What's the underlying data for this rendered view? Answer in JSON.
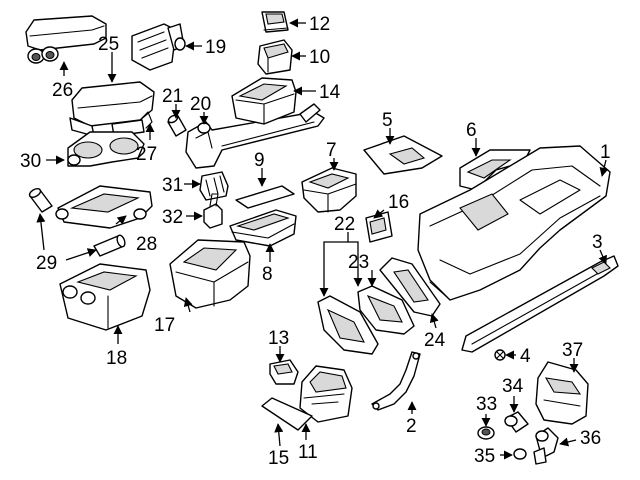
{
  "diagram": {
    "callouts": [
      {
        "id": "1",
        "text": "1"
      },
      {
        "id": "2",
        "text": "2"
      },
      {
        "id": "3",
        "text": "3"
      },
      {
        "id": "4",
        "text": "4"
      },
      {
        "id": "5",
        "text": "5"
      },
      {
        "id": "6",
        "text": "6"
      },
      {
        "id": "7",
        "text": "7"
      },
      {
        "id": "8",
        "text": "8"
      },
      {
        "id": "9",
        "text": "9"
      },
      {
        "id": "10",
        "text": "10"
      },
      {
        "id": "11",
        "text": "11"
      },
      {
        "id": "12",
        "text": "12"
      },
      {
        "id": "13",
        "text": "13"
      },
      {
        "id": "14",
        "text": "14"
      },
      {
        "id": "15",
        "text": "15"
      },
      {
        "id": "16",
        "text": "16"
      },
      {
        "id": "17",
        "text": "17"
      },
      {
        "id": "18",
        "text": "18"
      },
      {
        "id": "19",
        "text": "19"
      },
      {
        "id": "20",
        "text": "20"
      },
      {
        "id": "21",
        "text": "21"
      },
      {
        "id": "22",
        "text": "22"
      },
      {
        "id": "23",
        "text": "23"
      },
      {
        "id": "24",
        "text": "24"
      },
      {
        "id": "25",
        "text": "25"
      },
      {
        "id": "26",
        "text": "26"
      },
      {
        "id": "27",
        "text": "27"
      },
      {
        "id": "28",
        "text": "28"
      },
      {
        "id": "29",
        "text": "29"
      },
      {
        "id": "30",
        "text": "30"
      },
      {
        "id": "31",
        "text": "31"
      },
      {
        "id": "32",
        "text": "32"
      },
      {
        "id": "33",
        "text": "33"
      },
      {
        "id": "34",
        "text": "34"
      },
      {
        "id": "35",
        "text": "35"
      },
      {
        "id": "36",
        "text": "36"
      },
      {
        "id": "37",
        "text": "37"
      }
    ]
  }
}
